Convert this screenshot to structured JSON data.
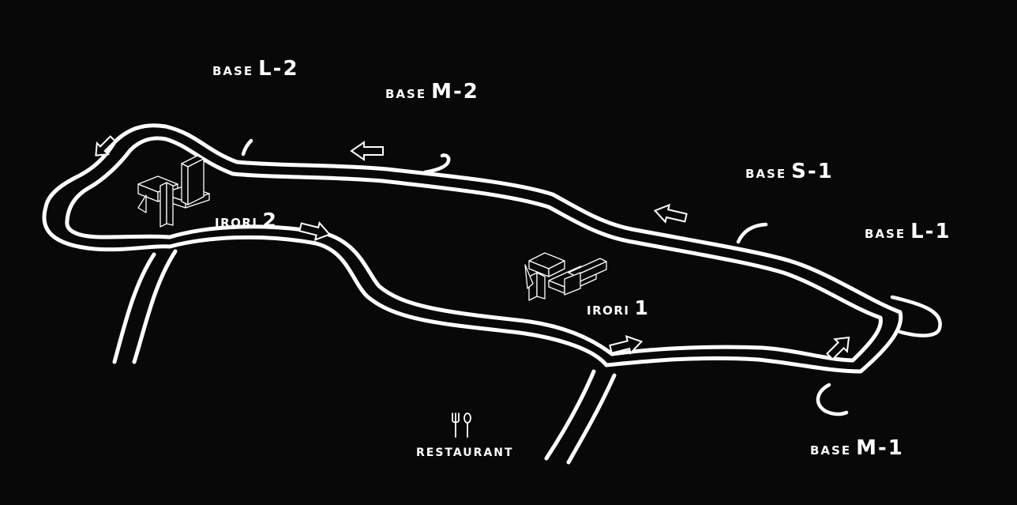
{
  "map": {
    "bases": [
      {
        "id": "l2",
        "prefix": "BASE",
        "code": "L-2"
      },
      {
        "id": "m2",
        "prefix": "BASE",
        "code": "M-2"
      },
      {
        "id": "s1",
        "prefix": "BASE",
        "code": "S-1"
      },
      {
        "id": "l1",
        "prefix": "BASE",
        "code": "L-1"
      },
      {
        "id": "m1",
        "prefix": "BASE",
        "code": "M-1"
      }
    ],
    "iroris": [
      {
        "id": "irori2",
        "prefix": "IRORI",
        "number": "2"
      },
      {
        "id": "irori1",
        "prefix": "IRORI",
        "number": "1"
      }
    ],
    "restaurant": {
      "label": "RESTAURANT",
      "icon": "fork-spoon-icon"
    },
    "colors": {
      "background": "#080808",
      "line": "#ffffff"
    },
    "direction_arrows": 6
  }
}
